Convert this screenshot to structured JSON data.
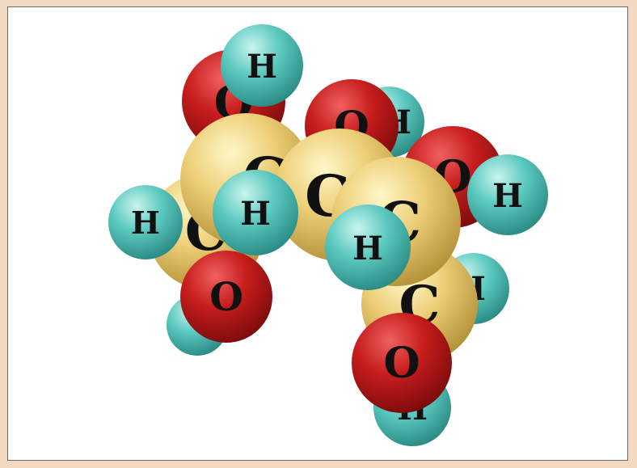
{
  "scene": {
    "background": "#f2d9c2",
    "panel_background": "#ffffff"
  },
  "colors": {
    "carbon": "#e8c766",
    "oxygen": "#c81e1e",
    "hydrogen": "#58c8bf"
  },
  "labels": {
    "carbon": "C",
    "oxygen": "O",
    "hydrogen": "H"
  }
}
